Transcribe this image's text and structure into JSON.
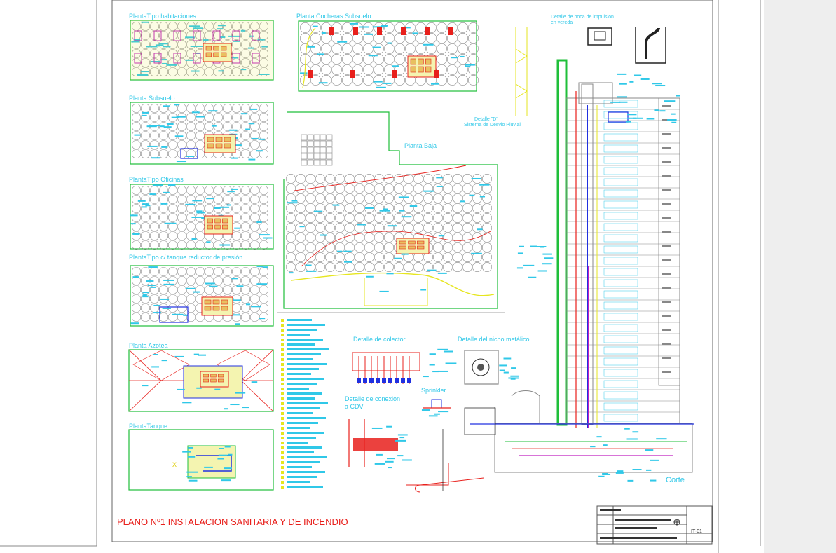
{
  "sheet": {
    "title": "PLANO Nº1 INSTALACION SANITARIA Y DE INCENDIO",
    "drawing_number": "IT-01"
  },
  "labels": {
    "planta_tipo_habitaciones": "PlantaTipo habitaciones",
    "planta_cocheras_subsuelo": "Planta Cocheras Subsuelo",
    "planta_subsuelo": "Planta Subsuelo",
    "planta_tipo_oficinas": "PlantaTipo Oficinas",
    "planta_tipo_tanque": "PlantaTipo c/ tanque reductor de presión",
    "planta_azotea": "Planta Azotea",
    "planta_tanque": "PlantaTanque",
    "planta_baja": "Planta Baja",
    "detalle_colector": "Detalle de colector",
    "detalle_nicho": "Detalle del nicho metálico",
    "detalle_conexion_1": "Detalle de conexion",
    "detalle_conexion_2": "a CDV",
    "sprinkler": "Sprinkler",
    "detalle_desvio_1": "Detalle \"D\"",
    "detalle_desvio_2": "Sistema de Desvio Pluvial",
    "detalle_boca_1": "Detalle de boca de impulsion",
    "detalle_boca_2": "en vereda",
    "corte": "Corte"
  },
  "colors": {
    "cyan": "#30c8e8",
    "green": "#1fbf3a",
    "red": "#e8201c",
    "yellow": "#e6e620",
    "blue": "#2030e0",
    "magenta": "#c020c0",
    "gray": "#888888"
  }
}
